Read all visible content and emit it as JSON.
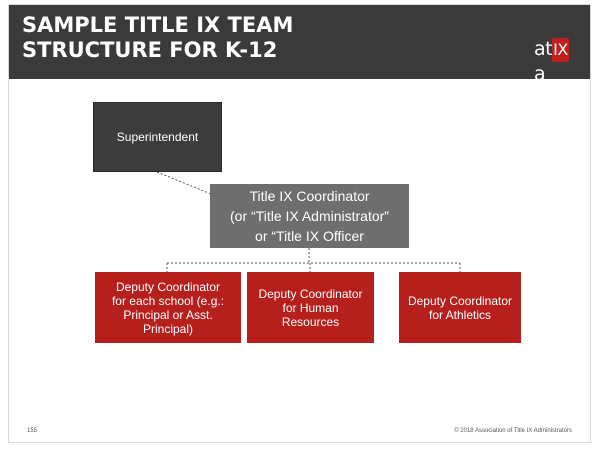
{
  "header": {
    "title": "SAMPLE TITLE IX TEAM\nSTRUCTURE FOR K-12",
    "logo": {
      "left": "at",
      "mark": "IX",
      "right": "a"
    },
    "background": "#3a3a3a"
  },
  "diagram": {
    "top": {
      "label": "Superintendent"
    },
    "coordinator": {
      "label": "Title IX Coordinator\n(or “Title IX Administrator”\nor “Title IX Officer"
    },
    "deputies": [
      {
        "label": "Deputy Coordinator\nfor each school (e.g.:\nPrincipal or Asst.\nPrincipal)"
      },
      {
        "label": "Deputy Coordinator\nfor Human\nResources"
      },
      {
        "label": "Deputy Coordinator\nfor Athletics"
      }
    ],
    "colors": {
      "top": "#3c3c3c",
      "coordinator": "#6e6e6e",
      "deputy": "#b51f1c",
      "connector": "#555555"
    }
  },
  "footer": {
    "page_number": "155",
    "copyright": "© 2018 Association of Title IX Administrators"
  }
}
